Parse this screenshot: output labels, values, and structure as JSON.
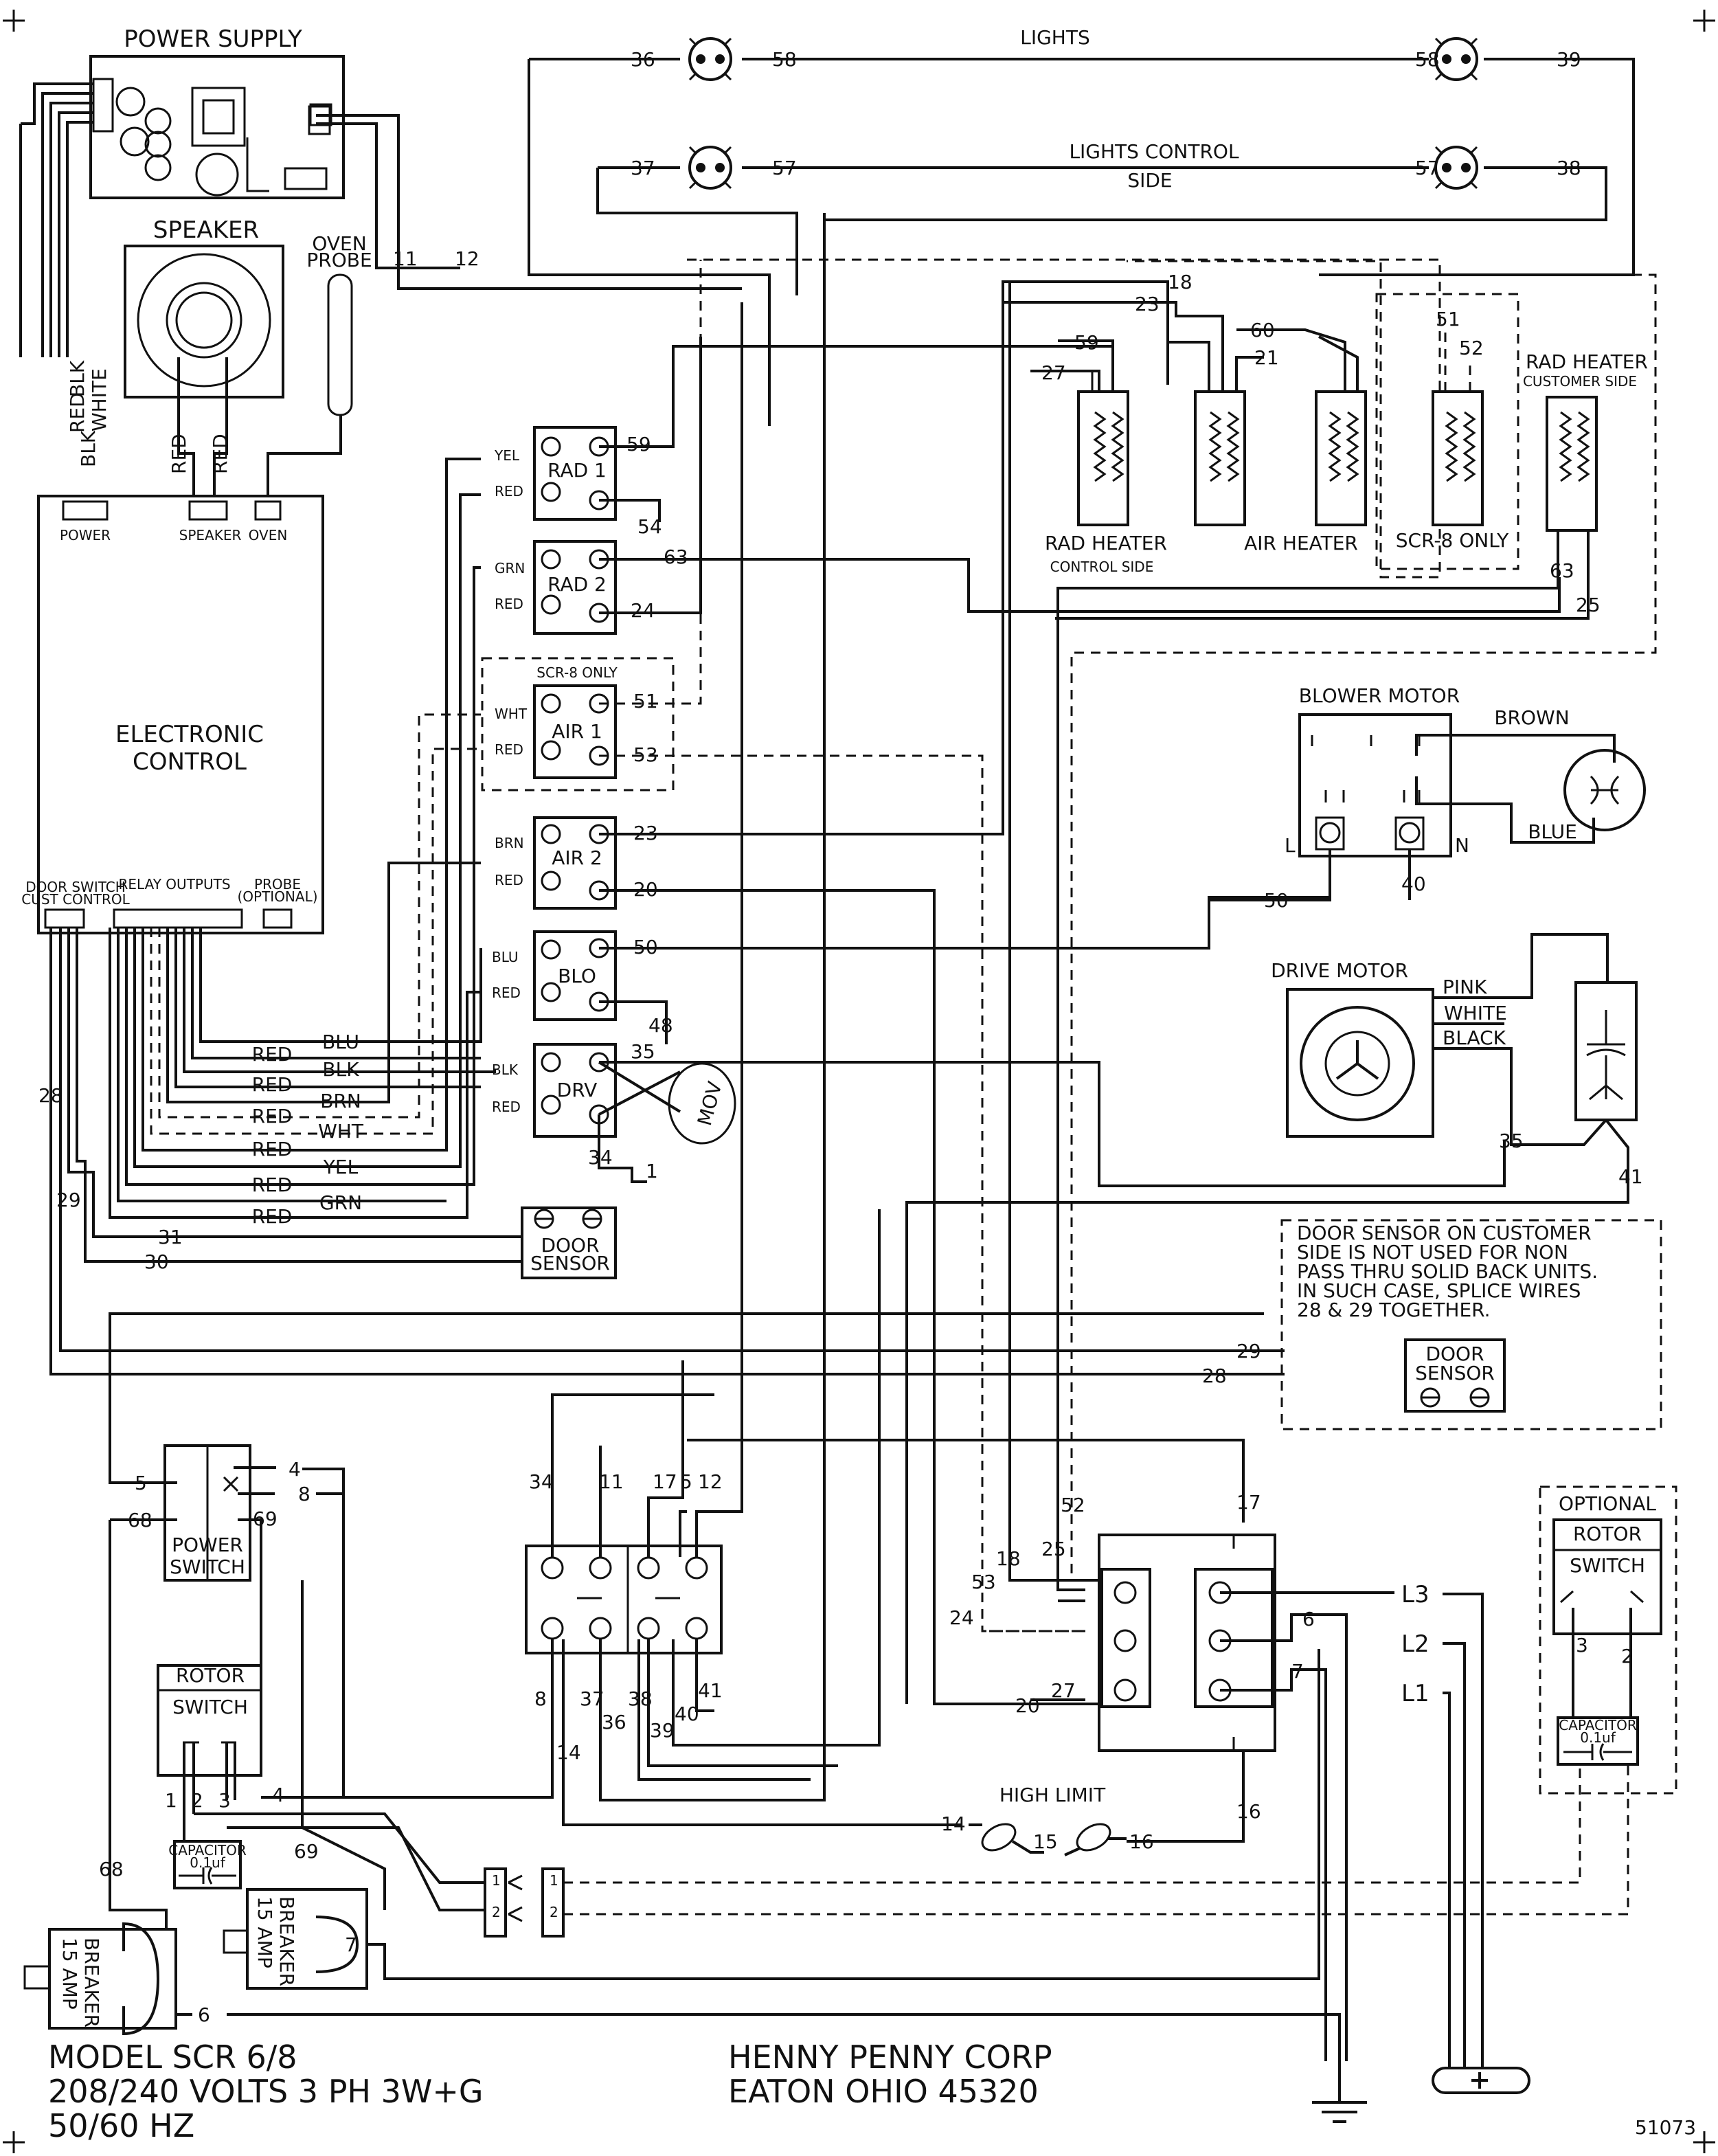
{
  "components": {
    "power_supply": "POWER SUPPLY",
    "speaker": "SPEAKER",
    "oven_probe": "OVEN\nPROBE",
    "electronic_control": [
      "ELECTRONIC",
      "CONTROL"
    ],
    "ec_port_power": "POWER",
    "ec_port_speaker": "SPEAKER",
    "ec_port_oven": "OVEN",
    "ec_port_door": "DOOR SWITCH",
    "ec_port_cust": "CUST CONTROL",
    "ec_port_relay": "RELAY OUTPUTS",
    "ec_port_probe": "PROBE",
    "ec_port_probe_opt": "(OPTIONAL)",
    "lights": "LIGHTS",
    "lights_control_side": [
      "LIGHTS CONTROL",
      "SIDE"
    ],
    "rad_heater_control": "RAD HEATER",
    "rad_heater_control_sub": "CONTROL SIDE",
    "air_heater": "AIR HEATER",
    "scr8_only_heater": "SCR-8 ONLY",
    "rad_heater_customer": "RAD HEATER",
    "rad_heater_customer_sub": "CUSTOMER SIDE",
    "blower_motor": "BLOWER MOTOR",
    "drive_motor": "DRIVE MOTOR",
    "door_sensor": [
      "DOOR",
      "SENSOR"
    ],
    "door_sensor_note": [
      "DOOR SENSOR ON CUSTOMER",
      "SIDE IS NOT USED FOR NON",
      "PASS THRU SOLID BACK UNITS.",
      "IN SUCH CASE, SPLICE WIRES",
      "28 & 29 TOGETHER."
    ],
    "power_switch": [
      "POWER",
      "SWITCH"
    ],
    "rotor_switch": [
      "ROTOR",
      "SWITCH"
    ],
    "capacitor": [
      "CAPACITOR",
      "0.1uf"
    ],
    "breaker": [
      "15 AMP",
      "BREAKER"
    ],
    "high_limit": "HIGH LIMIT",
    "optional": "OPTIONAL",
    "mov": "MOV",
    "scr8_only_relay": "SCR-8 ONLY"
  },
  "relays": [
    {
      "name": "RAD 1",
      "in_top": "YEL",
      "in_bot": "RED",
      "out_top": "59",
      "out_bot": "54"
    },
    {
      "name": "RAD 2",
      "in_top": "GRN",
      "in_bot": "RED",
      "out_top": "63",
      "out_bot": "24"
    },
    {
      "name": "AIR 1",
      "in_top": "WHT",
      "in_bot": "RED",
      "out_top": "51",
      "out_bot": "53"
    },
    {
      "name": "AIR 2",
      "in_top": "BRN",
      "in_bot": "RED",
      "out_top": "23",
      "out_bot": "20"
    },
    {
      "name": "BLO",
      "in_top": "BLU",
      "in_bot": "RED",
      "out_top": "50",
      "out_bot": "48"
    },
    {
      "name": "DRV",
      "in_top": "BLK",
      "in_bot": "RED",
      "out_top": "35",
      "out_bot": "34"
    }
  ],
  "wire_colors": {
    "ps": [
      "RED",
      "BLK",
      "WHITE",
      "RED",
      "BLK"
    ],
    "speaker": [
      "RED",
      "RED"
    ],
    "harness": [
      "BLU",
      "RED",
      "BLK",
      "RED",
      "BRN",
      "RED",
      "WHT",
      "RED",
      "YEL",
      "RED",
      "GRN",
      "RED"
    ],
    "blower": [
      "BROWN",
      "BLUE"
    ],
    "drive": [
      "PINK",
      "WHITE",
      "BLACK"
    ]
  },
  "wire_numbers": {
    "lights": [
      "36",
      "58",
      "58",
      "39",
      "37",
      "57",
      "57",
      "38"
    ],
    "heaters": [
      "18",
      "23",
      "60",
      "21",
      "59",
      "27",
      "51",
      "52",
      "63",
      "25"
    ],
    "ps": [
      "11",
      "12"
    ],
    "blower": [
      "50",
      "40"
    ],
    "drive": [
      "35",
      "41",
      "1",
      "48"
    ],
    "door": [
      "28",
      "29",
      "31",
      "30",
      "29",
      "28"
    ],
    "terminal_top": [
      "34",
      "11",
      "17",
      "5",
      "12"
    ],
    "terminal_bot": [
      "8",
      "37",
      "36",
      "38",
      "39",
      "40",
      "41",
      "14"
    ],
    "contactor": [
      "52",
      "25",
      "18",
      "53",
      "24",
      "27",
      "20",
      "17",
      "16",
      "6",
      "7"
    ],
    "lines": [
      "L3",
      "L2",
      "L1"
    ],
    "switch": [
      "5",
      "68",
      "4",
      "8",
      "69",
      "4",
      "69",
      "68",
      "7",
      "6",
      "1",
      "2",
      "3",
      "1",
      "2",
      "1",
      "2",
      "3",
      "2"
    ],
    "high_limit": [
      "14",
      "15",
      "16"
    ]
  },
  "footer": {
    "model": "MODEL SCR 6/8",
    "volts": "208/240 VOLTS 3 PH 3W+G",
    "hz": "50/60 HZ",
    "company": "HENNY PENNY CORP",
    "city": "EATON OHIO 45320",
    "doc_no": "51073"
  }
}
